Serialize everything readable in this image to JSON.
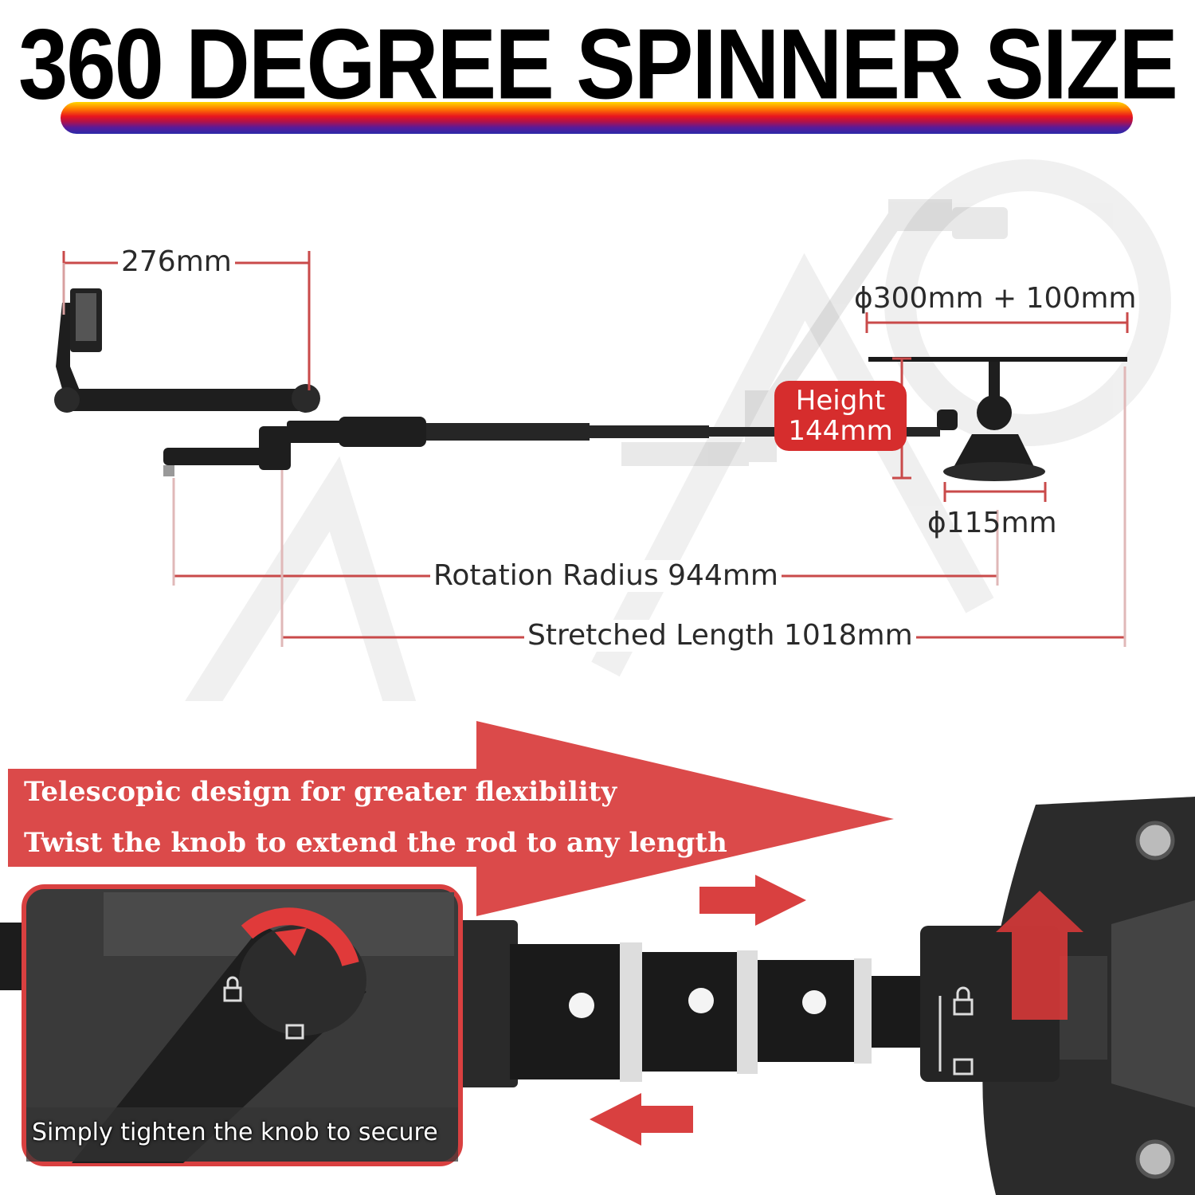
{
  "title": "360 DEGREE SPINNER SIZE",
  "dimensions": {
    "holder_width": "276mm",
    "plate_diameter": "ϕ300mm + 100mm",
    "height": "Height\n144mm",
    "height_line1": "Height",
    "height_line2": "144mm",
    "base_diameter": "ϕ115mm",
    "rotation_radius": "Rotation Radius 944mm",
    "stretched_length": "Stretched Length 1018mm"
  },
  "features": {
    "line1": "Telescopic design for greater flexibility",
    "line2": "Twist the knob to extend the rod to any length",
    "inset_caption": "Simply tighten the knob to secure"
  },
  "colors": {
    "accent_red": "#d62d2d",
    "dimension_line": "#c94a4a",
    "product_dark": "#1e1e1e"
  }
}
